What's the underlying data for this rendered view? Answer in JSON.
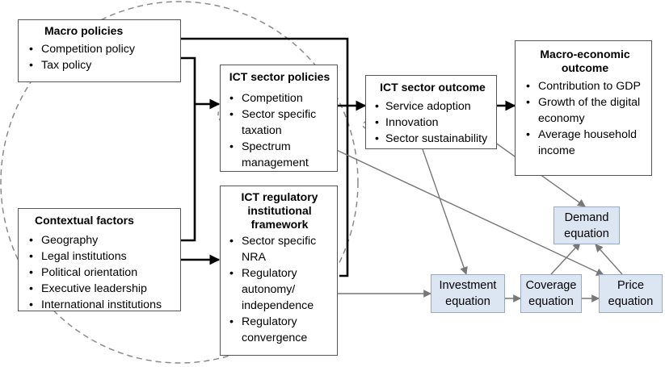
{
  "macro_policies": {
    "title": "Macro policies",
    "items": [
      "Competition policy",
      "Tax policy"
    ]
  },
  "contextual_factors": {
    "title": "Contextual factors",
    "items": [
      "Geography",
      "Legal institutions",
      "Political orientation",
      "Executive leadership",
      "International institutions"
    ]
  },
  "ict_sector_policies": {
    "title": "ICT sector policies",
    "items": [
      "Competition",
      "Sector specific taxation",
      "Spectrum management"
    ]
  },
  "ict_regulatory_framework": {
    "title_lines": [
      "ICT regulatory",
      "institutional",
      "framework"
    ],
    "items": [
      "Sector specific NRA",
      "Regulatory autonomy/ independence",
      "Regulatory convergence"
    ]
  },
  "ict_sector_outcome": {
    "title": "ICT sector outcome",
    "items": [
      "Service adoption",
      "Innovation",
      "Sector sustainability"
    ]
  },
  "macro_economic_outcome": {
    "title_lines": [
      "Macro-economic",
      "outcome"
    ],
    "items": [
      "Contribution to GDP",
      "Growth of the digital economy",
      "Average household income"
    ]
  },
  "equations": {
    "demand": [
      "Demand",
      "equation"
    ],
    "investment": [
      "Investment",
      "equation"
    ],
    "coverage": [
      "Coverage",
      "equation"
    ],
    "price": [
      "Price",
      "equation"
    ]
  }
}
